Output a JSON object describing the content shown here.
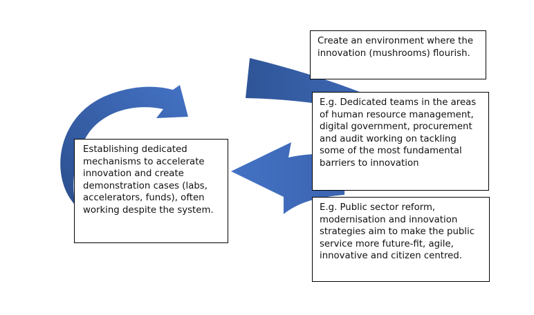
{
  "diagram": {
    "arrow_colors": {
      "dark": "#2f5597",
      "light": "#4472c4"
    },
    "boxes": {
      "left": "Establishing dedicated mechanisms to accelerate innovation and create demonstration cases (labs, accelerators, funds), often working despite the system.",
      "top": "Create an environment where the innovation (mushrooms) flourish.",
      "middle": "E.g. Dedicated teams in the areas of human resource management, digital government, procurement and audit working on tackling some of the most fundamental barriers to innovation",
      "bottom": "E.g. Public sector reform, modernisation and innovation strategies aim to make the public service more future-fit, agile, innovative and citizen centred."
    }
  }
}
